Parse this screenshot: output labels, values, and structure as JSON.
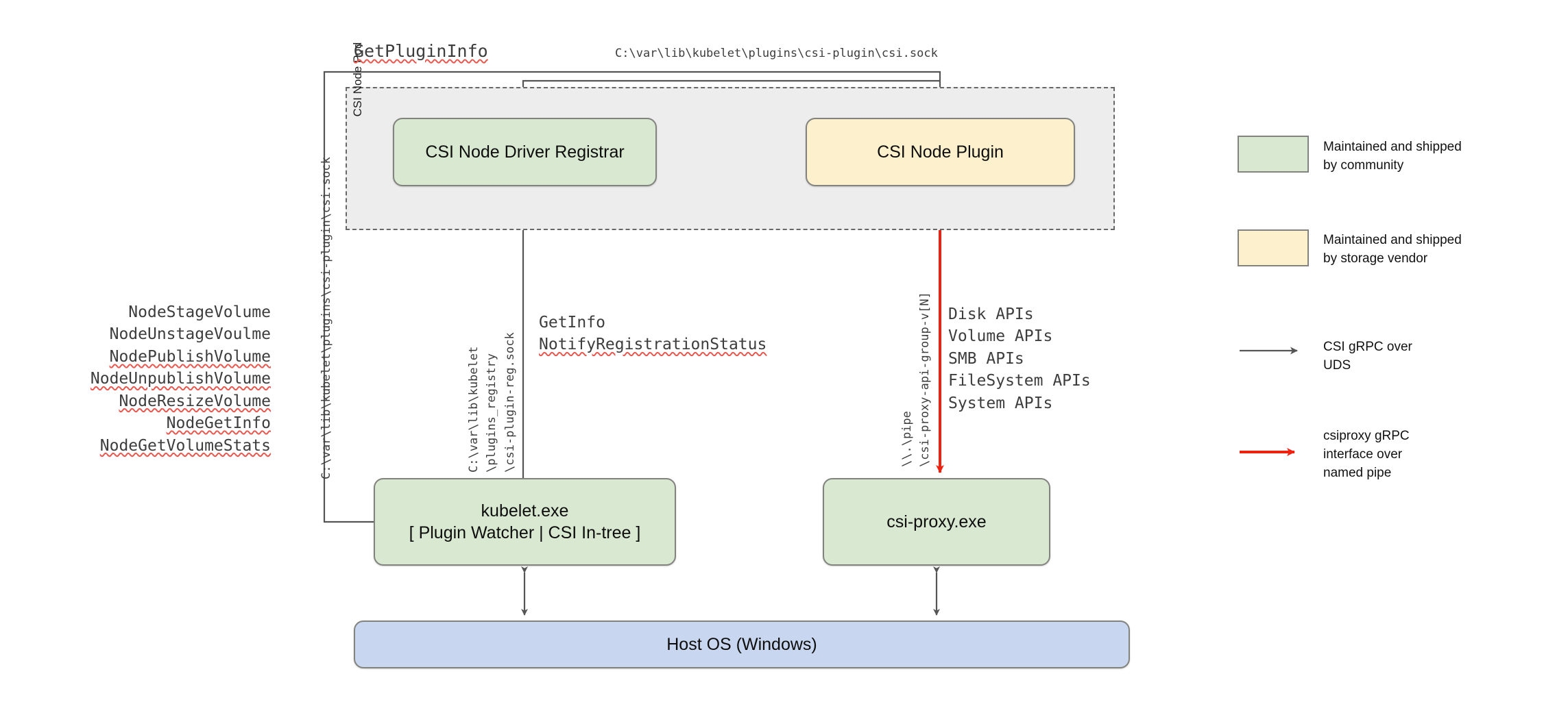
{
  "diagram": {
    "pod": {
      "label": "CSI Node Pod"
    },
    "boxes": {
      "registrar": {
        "label": "CSI Node Driver Registrar",
        "fill": "#d9e8d0"
      },
      "plugin": {
        "label": "CSI Node Plugin",
        "fill": "#fdf1cd"
      },
      "kubelet": {
        "line1": "kubelet.exe",
        "line2": "[ Plugin Watcher | CSI In-tree ]",
        "fill": "#d9e8d0"
      },
      "csiproxy": {
        "label": "csi-proxy.exe",
        "fill": "#d9e8d0"
      },
      "hostos": {
        "label": "Host OS (Windows)",
        "fill": "#c8d6ef"
      }
    },
    "labels": {
      "get_plugin_info": "GetPluginInfo",
      "csi_sock_top": "C:\\var\\lib\\kubelet\\plugins\\csi-plugin\\csi.sock",
      "csi_sock_vertical": "C:\\var\\lib\\kubelet\\plugins\\csi-plugin\\csi.sock",
      "registry_vertical": [
        "C:\\var\\lib\\kubelet",
        "\\plugins_registry",
        "\\csi-plugin-reg.sock"
      ],
      "pipe_vertical": [
        "\\\\.\\pipe",
        "\\csi-proxy-api-group-v[N]"
      ]
    },
    "node_service_calls": [
      "NodeStageVolume",
      "NodeUnstageVoulme",
      "NodePublishVolume",
      "NodeUnpublishVolume",
      "NodeResizeVolume",
      "NodeGetInfo",
      "NodeGetVolumeStats"
    ],
    "registration_calls": [
      "GetInfo",
      "NotifyRegistrationStatus"
    ],
    "storage_apis": [
      "Disk APIs",
      "Volume APIs",
      "SMB APIs",
      "FileSystem APIs",
      "System APIs"
    ],
    "legend": {
      "community": {
        "swatch_color": "#d9e8d0",
        "line1": "Maintained and shipped",
        "line2": "by community"
      },
      "vendor": {
        "swatch_color": "#fdf1cd",
        "line1": "Maintained and shipped",
        "line2": "by storage vendor"
      },
      "uds_arrow": {
        "color": "#555555",
        "line1": "CSI gRPC over",
        "line2": "UDS"
      },
      "pipe_arrow": {
        "color": "#ee2211",
        "line1": "csiproxy gRPC",
        "line2": "interface over",
        "line3": "named pipe"
      }
    },
    "colors": {
      "edge_gray": "#555555",
      "edge_red": "#ee2211",
      "pod_fill": "#ededed",
      "box_stroke": "#82827f"
    }
  }
}
